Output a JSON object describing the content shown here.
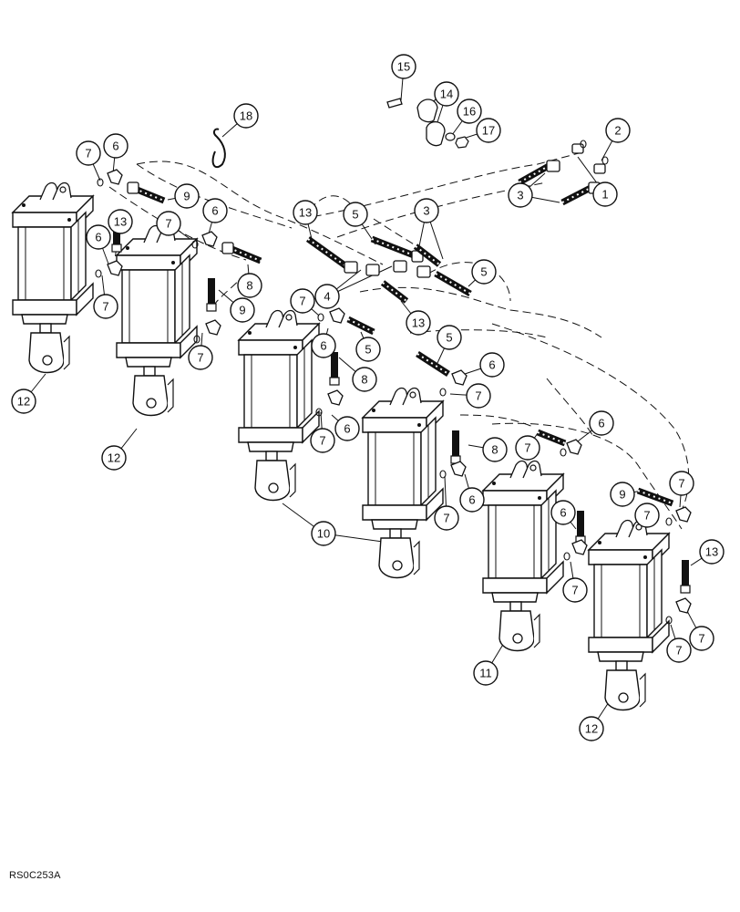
{
  "figure_code": "RS0C253A",
  "colors": {
    "ink": "#111111",
    "paper": "#ffffff"
  },
  "callouts": [
    "1",
    "2",
    "3",
    "4",
    "5",
    "6",
    "7",
    "8",
    "9",
    "10",
    "11",
    "12",
    "13",
    "14",
    "15",
    "16",
    "17",
    "18"
  ],
  "parts": {
    "cylinders": [
      "cylinder-1",
      "cylinder-2",
      "cylinder-3",
      "cylinder-4",
      "cylinder-5",
      "cylinder-6"
    ],
    "hoses": [
      "hose-long",
      "hose-short",
      "hose-tee"
    ],
    "fittings": [
      "elbow-fitting",
      "tee-fitting",
      "o-ring",
      "straight-adapter"
    ],
    "clamp_hardware": [
      "bolt",
      "clamp",
      "washer",
      "nut",
      "strap"
    ]
  }
}
